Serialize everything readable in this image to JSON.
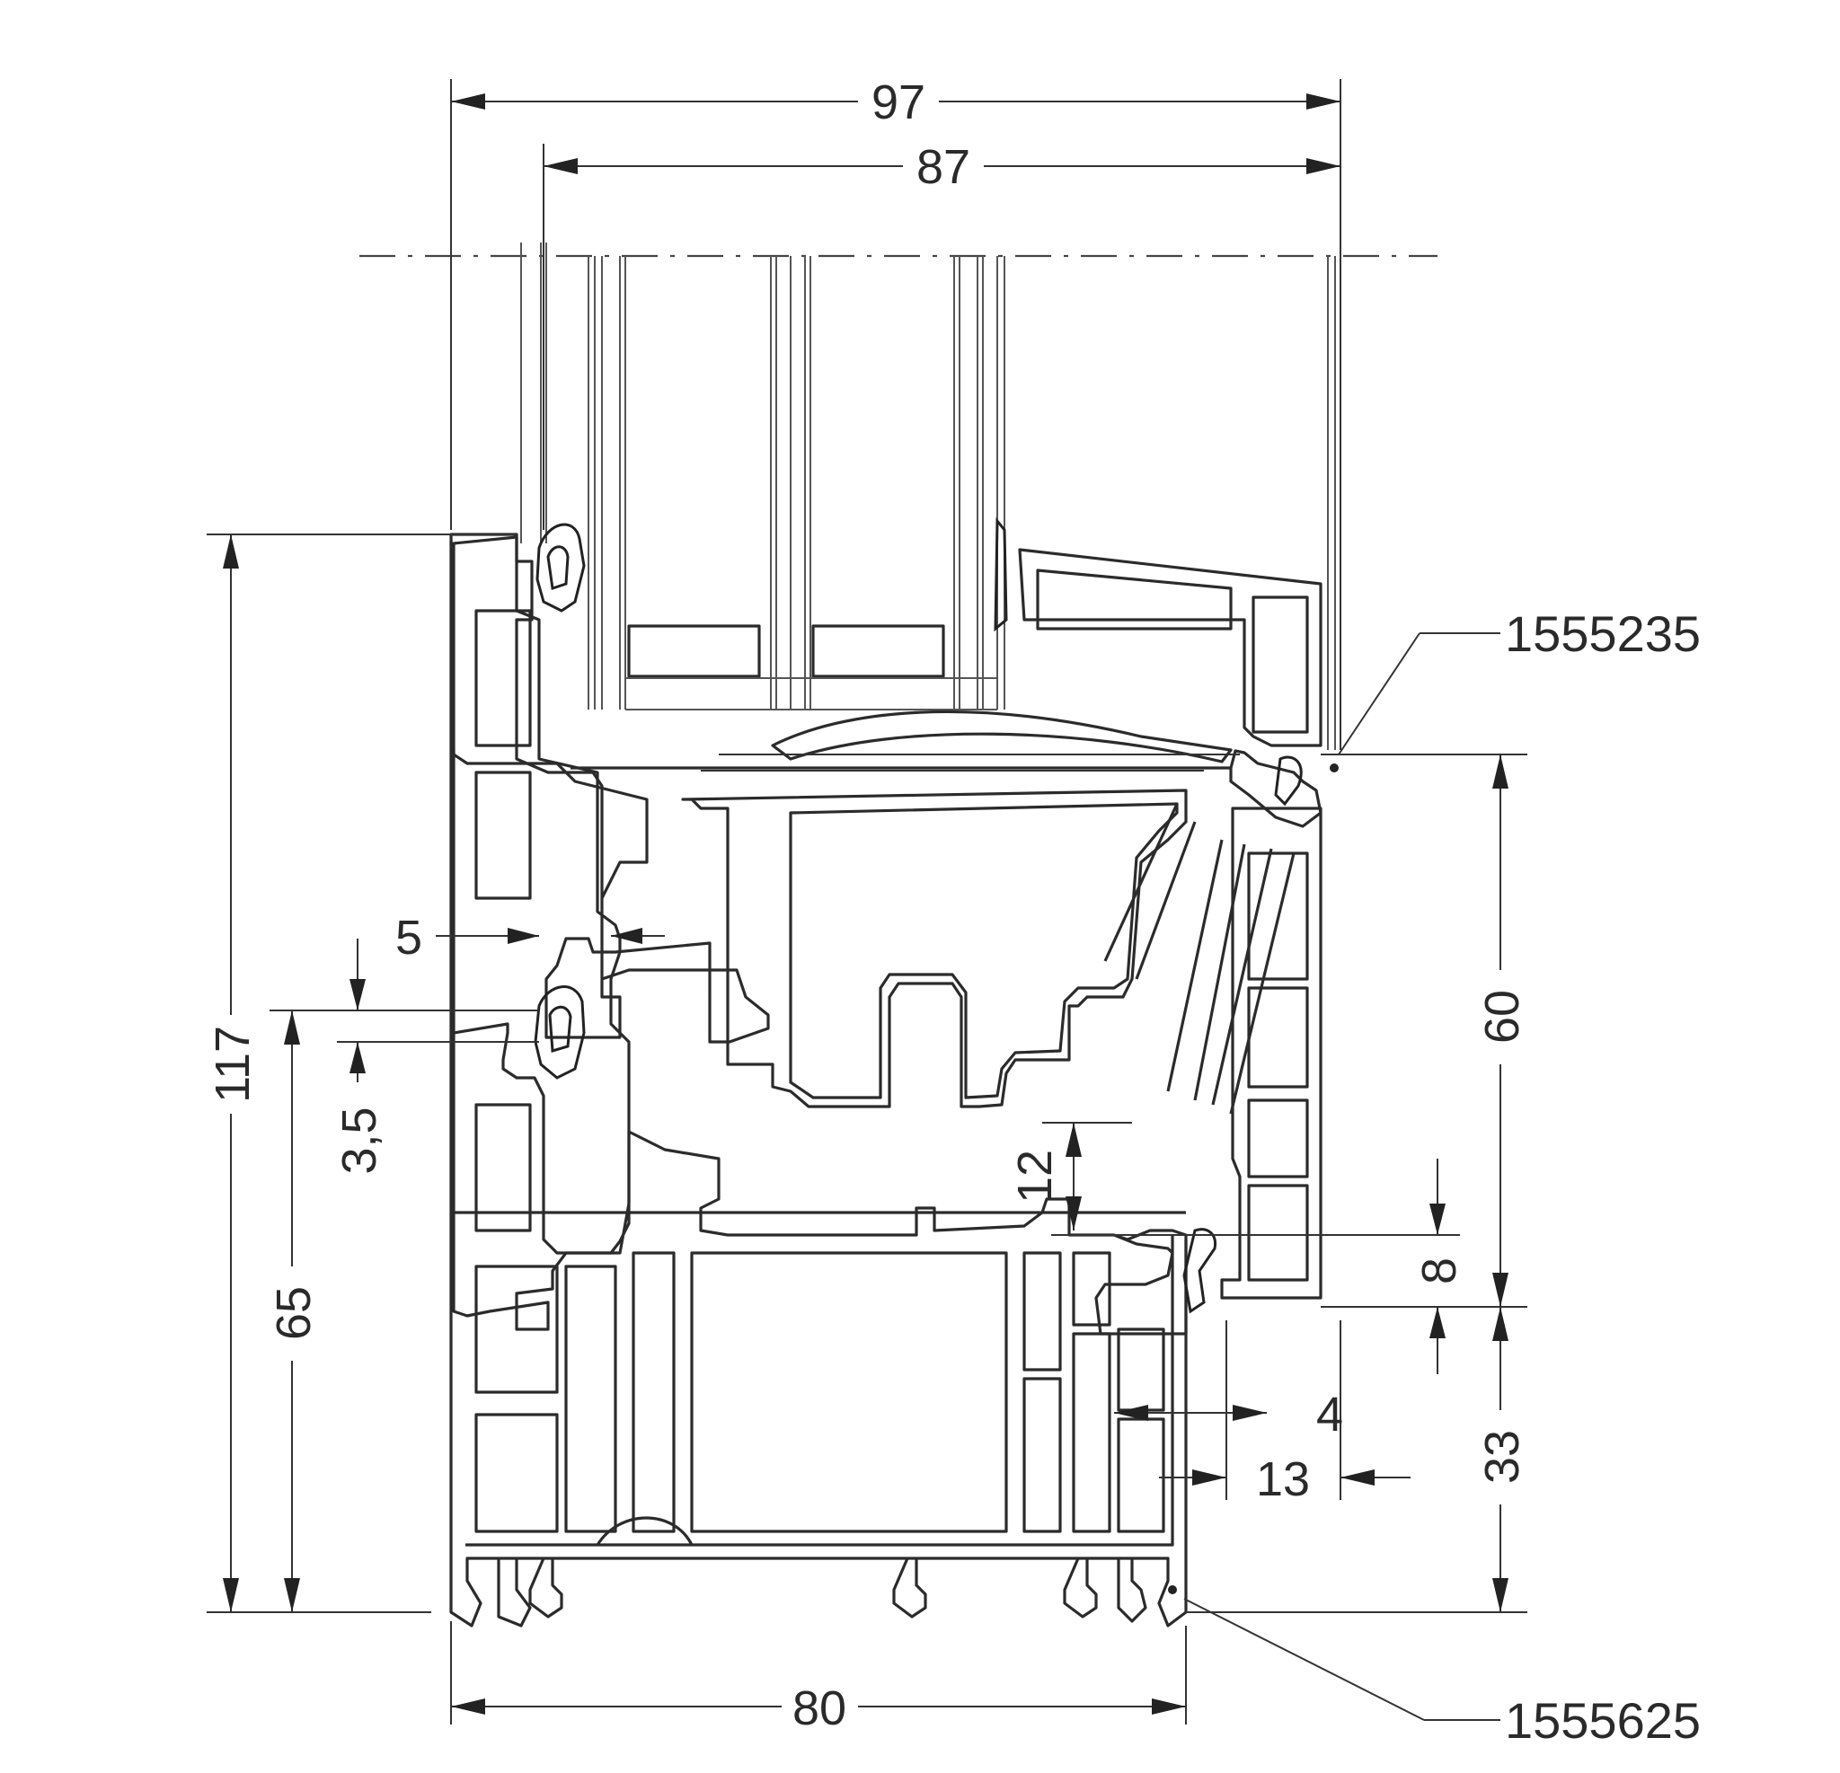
{
  "dimensions": {
    "overall_width": "97",
    "sash_width": "87",
    "frame_width": "80",
    "overall_height": "117",
    "frame_height": "65",
    "sash_overlap_height": "60",
    "bottom_height": "33",
    "rebate_gap": "5",
    "gasket_offset": "3,5",
    "inner_height": "12",
    "drip_height": "8",
    "groove": "4",
    "overhang": "13"
  },
  "references": {
    "glazing_bead": "1555235",
    "frame": "1555625"
  }
}
